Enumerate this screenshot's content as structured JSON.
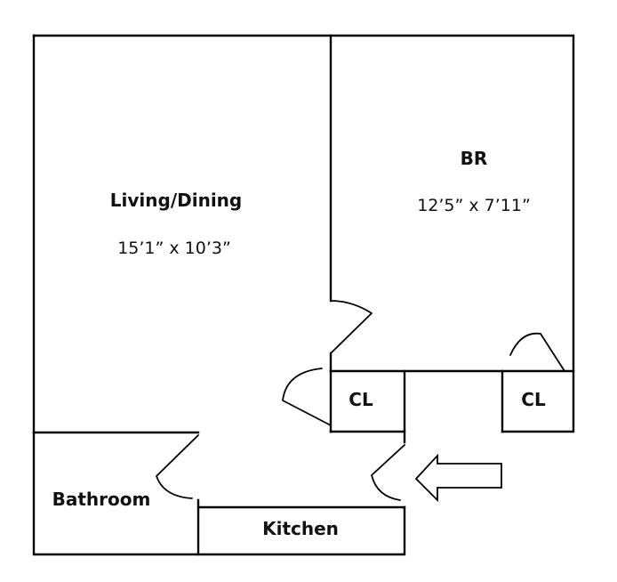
{
  "rooms": {
    "living": {
      "name": "Living/Dining",
      "dimensions": "15’1” x 10’3”"
    },
    "bedroom": {
      "name": "BR",
      "dimensions": "12’5” x 7’11”"
    },
    "closet_hall": {
      "name": "CL"
    },
    "closet_bedroom": {
      "name": "CL"
    },
    "bathroom": {
      "name": "Bathroom"
    },
    "kitchen": {
      "name": "Kitchen"
    }
  },
  "entrance": {
    "icon": "entrance-arrow-icon"
  },
  "colors": {
    "line": "#000000",
    "background": "#ffffff"
  }
}
